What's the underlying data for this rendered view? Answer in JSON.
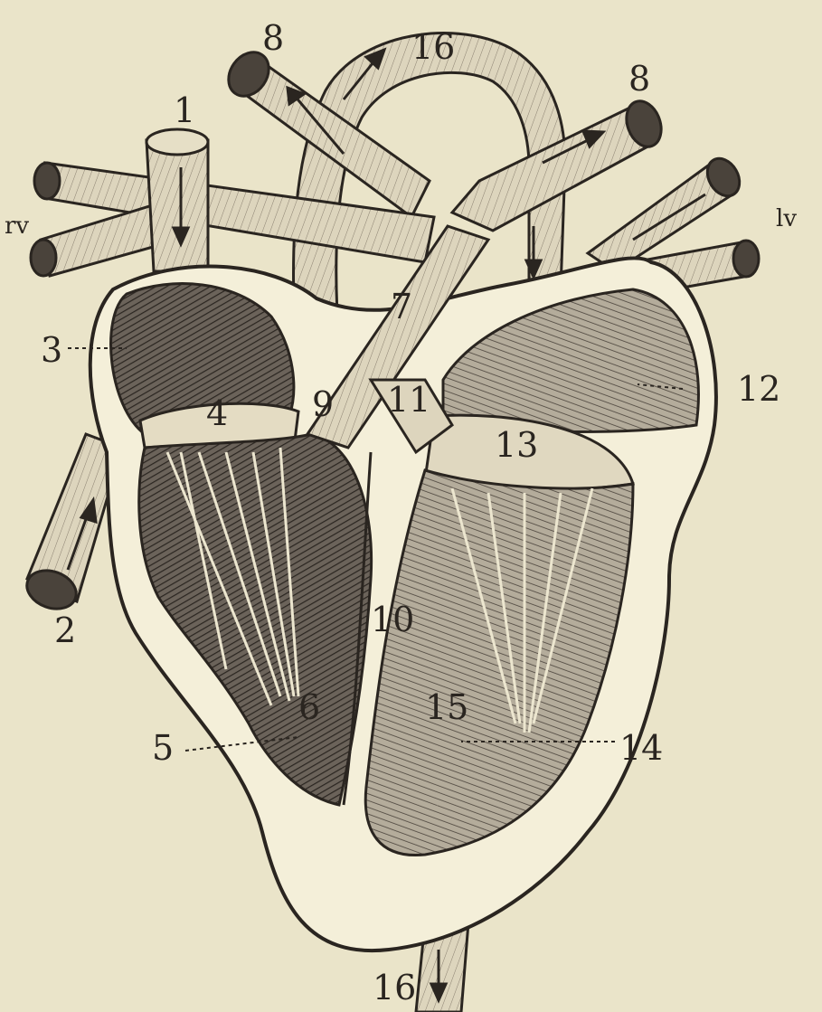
{
  "palette": {
    "paper": "#eae4c9",
    "ink": "#2a2520",
    "wall": "#f4efd9",
    "dark_chamber": "#5a5249",
    "mid_chamber": "#8d857a",
    "vessel": "#ddd5bd"
  },
  "labels": {
    "l1": "1",
    "l2": "2",
    "l3": "3",
    "l4": "4",
    "l5": "5",
    "l6": "6",
    "l7": "7",
    "l8a": "8",
    "l8b": "8",
    "l9": "9",
    "l10": "10",
    "l11": "11",
    "l12": "12",
    "l13": "13",
    "l14": "14",
    "l15": "15",
    "l16a": "16",
    "l16b": "16",
    "lrv": "rv",
    "llv": "lv"
  }
}
